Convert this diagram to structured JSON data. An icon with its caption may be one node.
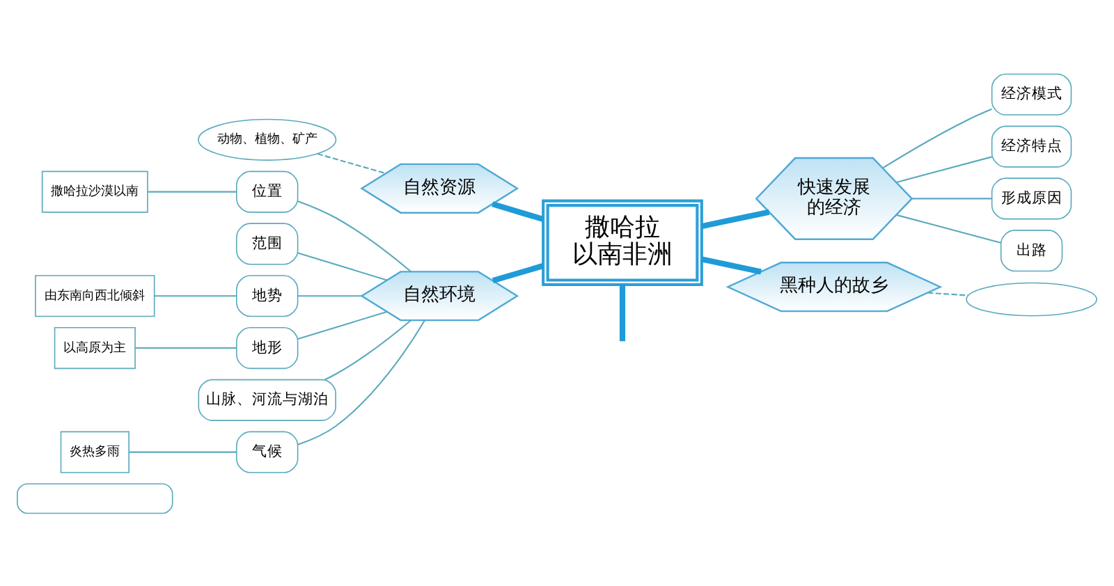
{
  "diagram": {
    "nodes": [
      {
        "text": [
          "动物、植物、矿产"
        ]
      },
      {
        "text": [
          "自然资源"
        ]
      },
      {
        "text": [
          "经济模式"
        ]
      },
      {
        "text": [
          "经济特点"
        ]
      },
      {
        "text": [
          "快速发展的经济"
        ]
      },
      {
        "text": [
          "撒哈拉沙漠以南"
        ]
      },
      {
        "text": [
          "位置"
        ]
      },
      {
        "text": [
          "形成原因"
        ]
      },
      {
        "text": [
          "范围"
        ]
      },
      {
        "text": [
          "由东南向西北倾斜"
        ]
      },
      {
        "text": [
          "地势"
        ]
      },
      {
        "text": [
          "出路"
        ]
      },
      {
        "text": [
          "自然环境"
        ]
      },
      {
        "text": [
          "以高原为主"
        ]
      },
      {
        "text": [
          "地形"
        ]
      },
      {
        "text": [
          "撒哈拉以南非洲"
        ]
      },
      {
        "text": [
          "山脉、河流与湖泊"
        ]
      },
      {
        "text": [
          "炎热多雨"
        ]
      },
      {
        "text": [
          "气候"
        ]
      },
      {
        "text": [
          "黑种人的故乡"
        ]
      },
      {
        "text": [],
        "shape": "box"
      },
      {
        "text": [],
        "shape": "ellipse"
      }
    ],
    "edges": [
      {
        "from": 0,
        "to": 1,
        "arrow": "none",
        "style": "dashed"
      },
      {
        "from": 1,
        "to": 15,
        "arrow": "none",
        "style": "thick",
        "color": "#1f9bd8"
      },
      {
        "from": 15,
        "to": 4,
        "arrow": "none",
        "style": "thick",
        "color": "#1f9bd8"
      },
      {
        "from": 12,
        "to": 15,
        "arrow": "none",
        "style": "thick",
        "color": "#1f9bd8"
      },
      {
        "from": 15,
        "to": 19,
        "arrow": "none",
        "style": "thick",
        "color": "#1f9bd8"
      },
      {
        "from": 15,
        "to": null,
        "arrow": "none",
        "style": "thick",
        "color": "#1f9bd8"
      },
      {
        "from": 4,
        "to": 2,
        "arrow": "none"
      },
      {
        "from": 4,
        "to": 3,
        "arrow": "none"
      },
      {
        "from": 4,
        "to": 7,
        "arrow": "none"
      },
      {
        "from": 4,
        "to": 11,
        "arrow": "none"
      },
      {
        "from": 5,
        "to": 6,
        "arrow": "none"
      },
      {
        "from": 6,
        "to": 12,
        "arrow": "none"
      },
      {
        "from": 8,
        "to": 12,
        "arrow": "none"
      },
      {
        "from": 9,
        "to": 10,
        "arrow": "none"
      },
      {
        "from": 10,
        "to": 12,
        "arrow": "none"
      },
      {
        "from": 13,
        "to": 14,
        "arrow": "none"
      },
      {
        "from": 14,
        "to": 12,
        "arrow": "none"
      },
      {
        "from": 16,
        "to": 12,
        "arrow": "none"
      },
      {
        "from": 17,
        "to": 18,
        "arrow": "none"
      },
      {
        "from": 18,
        "to": 12,
        "arrow": "none"
      },
      {
        "from": 19,
        "to": 21,
        "arrow": "none",
        "style": "dashed"
      }
    ]
  }
}
